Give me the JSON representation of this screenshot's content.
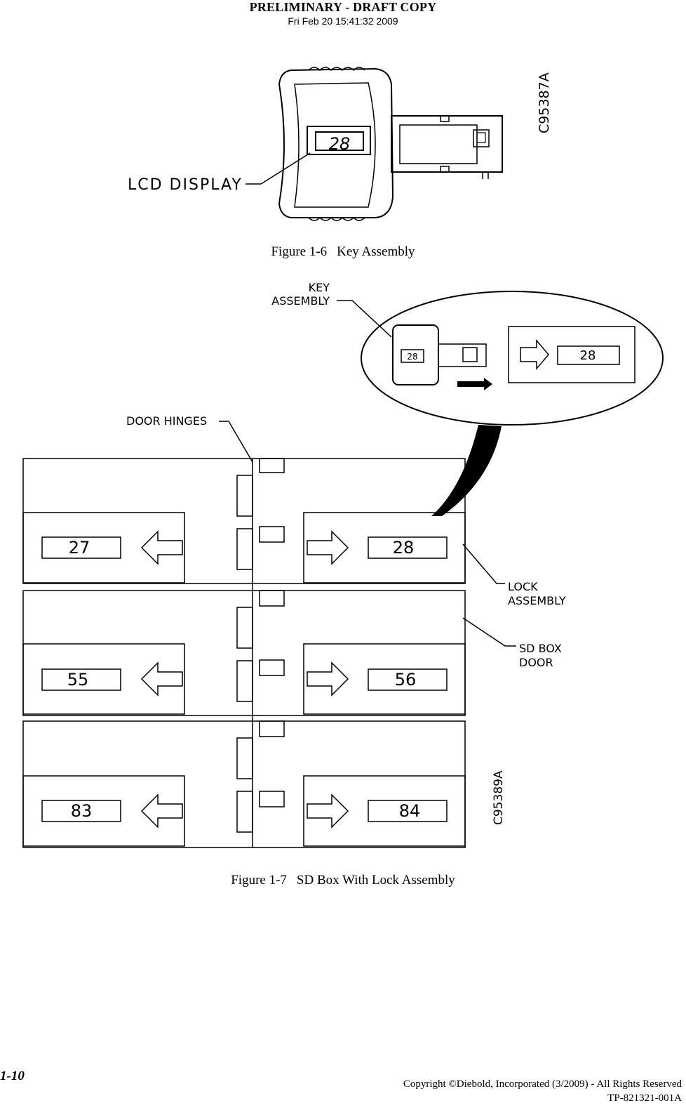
{
  "header": {
    "title": "PRELIMINARY - DRAFT COPY",
    "timestamp": "Fri Feb 20 15:41:32 2009"
  },
  "figure1": {
    "drawing_id": "C95387A",
    "display_number": "28",
    "label": "LCD DISPLAY",
    "caption_number": "Figure 1-6",
    "caption_text": "Key Assembly"
  },
  "figure2": {
    "drawing_id": "C95389A",
    "labels": {
      "key_assembly_line1": "KEY",
      "key_assembly_line2": "ASSEMBLY",
      "door_hinges": "DOOR HINGES",
      "lock_assembly_line1": "LOCK",
      "lock_assembly_line2": "ASSEMBLY",
      "sd_box_door_line1": "SD BOX",
      "sd_box_door_line2": "DOOR"
    },
    "detail_key_number": "28",
    "detail_lock_number": "28",
    "box_numbers": [
      "27",
      "28",
      "55",
      "56",
      "83",
      "84"
    ],
    "caption_number": "Figure 1-7",
    "caption_text": "SD Box With Lock Assembly"
  },
  "footer": {
    "page": "1-10",
    "copyright": "Copyright ©Diebold, Incorporated (3/2009) - All Rights Reserved",
    "doc_number": "TP-821321-001A"
  }
}
